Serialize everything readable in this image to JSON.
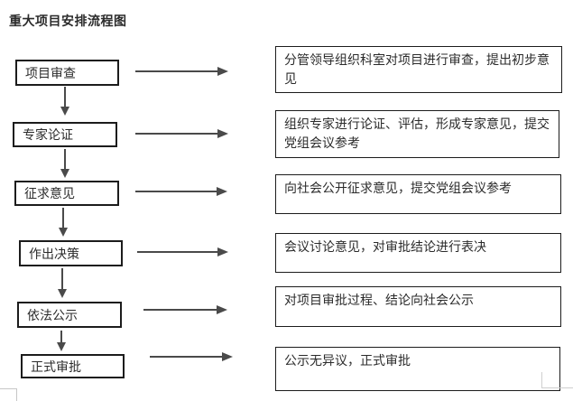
{
  "title": "重大项目安排流程图",
  "flow": {
    "steps": [
      {
        "label": "项目审查",
        "description": "分管领导组织科室对项目进行审查，提出初步意见"
      },
      {
        "label": "专家论证",
        "description": "组织专家进行论证、评估，形成专家意见，提交党组会议参考"
      },
      {
        "label": "征求意见",
        "description": "向社会公开征求意见，提交党组会议参考"
      },
      {
        "label": "作出决策",
        "description": "会议讨论意见，对审批结论进行表决"
      },
      {
        "label": "依法公示",
        "description": "对项目审批过程、结论向社会公示"
      },
      {
        "label": "正式审批",
        "description": "公示无异议，正式审批"
      }
    ]
  },
  "colors": {
    "background": "#ffffff",
    "border": "#1c1c1c",
    "text": "#2b2b2b",
    "arrow": "#4a4a4a"
  }
}
